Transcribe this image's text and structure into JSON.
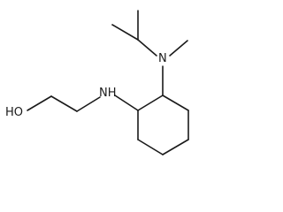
{
  "molecule": {
    "atoms": {
      "hydroxyl": "HO",
      "amine_nh": "NH",
      "amine_n": "N"
    }
  }
}
